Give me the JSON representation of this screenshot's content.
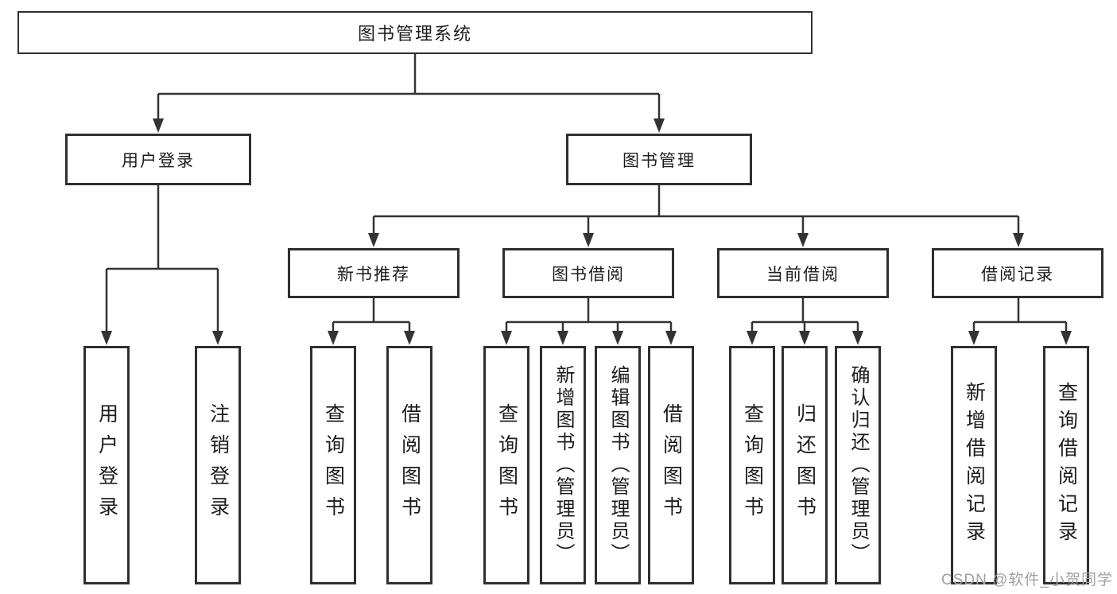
{
  "tree": {
    "root": {
      "label": "图书管理系统"
    },
    "branches": [
      {
        "label": "用户登录",
        "children": [
          {
            "label": "用户登录"
          },
          {
            "label": "注销登录"
          }
        ]
      },
      {
        "label": "图书管理",
        "children": [
          {
            "label": "新书推荐",
            "children": [
              {
                "label": "查询图书"
              },
              {
                "label": "借阅图书"
              }
            ]
          },
          {
            "label": "图书借阅",
            "children": [
              {
                "label": "查询图书"
              },
              {
                "label": "新增图书（管理员）"
              },
              {
                "label": "编辑图书（管理员）"
              },
              {
                "label": "借阅图书"
              }
            ]
          },
          {
            "label": "当前借阅",
            "children": [
              {
                "label": "查询图书"
              },
              {
                "label": "归还图书"
              },
              {
                "label": "确认归还（管理员）"
              }
            ]
          },
          {
            "label": "借阅记录",
            "children": [
              {
                "label": "新增借阅记录"
              },
              {
                "label": "查询借阅记录"
              }
            ]
          }
        ]
      }
    ]
  },
  "watermark": "CSDN @软件_小贺同学",
  "colors": {
    "line": "#333333",
    "box_border": "#2f2f2f",
    "text": "#1c1c1c",
    "watermark": "#a0a0a0",
    "background": "#ffffff"
  }
}
